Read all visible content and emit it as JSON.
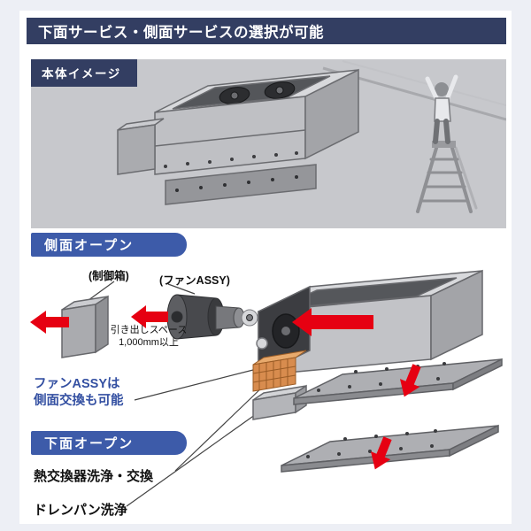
{
  "header": {
    "title": "下面サービス・側面サービスの選択が可能"
  },
  "body_image": {
    "label": "本体イメージ"
  },
  "side_open": {
    "badge": "側面オープン",
    "control_box_label": "(制御箱)",
    "fan_assy_label": "(ファンASSY)",
    "pullout_line1": "引き出しスペース",
    "pullout_line2": "1,000mm以上",
    "note_line1": "ファンASSYは",
    "note_line2": "側面交換も可能"
  },
  "bottom_open": {
    "badge": "下面オープン",
    "item_heat_exchanger": "熱交換器洗浄・交換",
    "item_drain_pan": "ドレンパン洗浄"
  },
  "colors": {
    "header_navy": "#333e62",
    "badge_blue": "#3d5ba9",
    "accent_red": "#e60012",
    "note_blue": "#3450a2",
    "panel_gray": "#c7c8cc",
    "heat_exchanger_orange": "#d88c4e"
  }
}
